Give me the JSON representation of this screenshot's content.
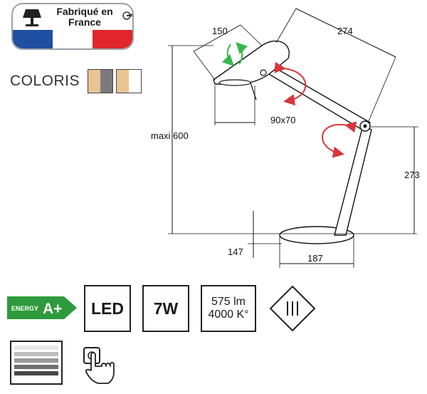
{
  "badge": {
    "line1": "Fabriqué en",
    "line2": "France",
    "colors": [
      "#1f4fa0",
      "#ffffff",
      "#e0252b"
    ]
  },
  "coloris": {
    "label": "COLORIS",
    "swatches": [
      [
        "#e8c493",
        "#7a7a7a"
      ],
      [
        "#e8c493",
        "#ffffff"
      ]
    ]
  },
  "dimensions": {
    "shade_width": "150",
    "arm_length": "274",
    "aperture": "90x70",
    "max_height": "maxi 600",
    "arm_height": "273",
    "base_height": "147",
    "base_diameter": "187"
  },
  "energy": {
    "label": "ENERGY",
    "class": "A+",
    "color": "#2e9a3c"
  },
  "specs": {
    "led": "LED",
    "power": "7W",
    "lumen": "575 lm",
    "kelvin": "4000 K°"
  },
  "icons": {
    "class_symbol": "class-iii-icon",
    "dimmer": "dimmer-gradient-icon",
    "touch": "touch-switch-icon"
  }
}
